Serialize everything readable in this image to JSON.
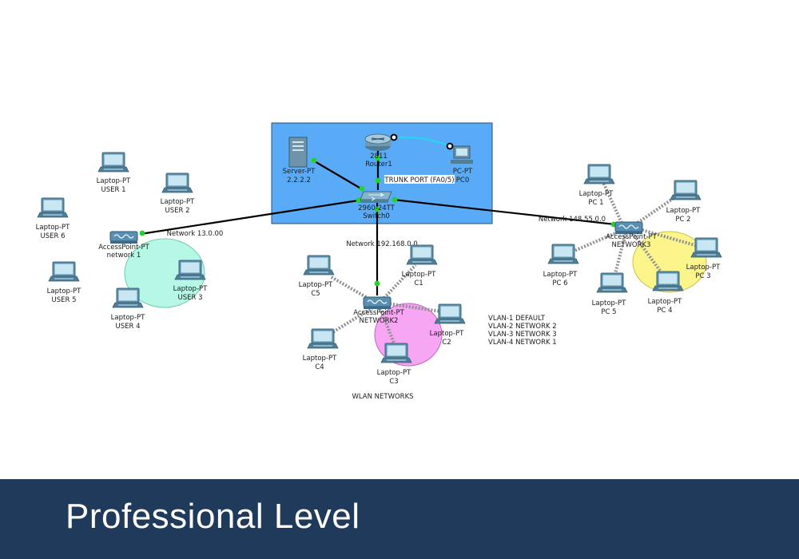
{
  "diagram": {
    "labels": {
      "trunk_port": "TRUNK PORT (FA0/5)",
      "network_13": "Network 13.0.00",
      "network_192": "Network 192.168.0.0",
      "network_148": "Network 148.55.0.0",
      "wlan": "WLAN NETWORKS"
    },
    "vlan_legend": [
      "VLAN-1 DEFAULT",
      "VLAN-2 NETWORK 2",
      "VLAN-3 NETWORK 3",
      "VLAN-4 NETWORK 1"
    ],
    "devices": {
      "server": {
        "type": "Server-PT",
        "name": "2.2.2.2"
      },
      "router": {
        "type": "2811",
        "name": "Router1"
      },
      "pc0": {
        "type": "PC-PT",
        "name": "PC0"
      },
      "switch": {
        "type": "2960-24TT",
        "name": "Switch0"
      },
      "ap1": {
        "type": "AccessPoint-PT",
        "name": "network 1"
      },
      "ap2": {
        "type": "AccessPoint-PT",
        "name": "NETWORK2"
      },
      "ap3": {
        "type": "AccessPoint-PT",
        "name": "NETWORK3"
      }
    },
    "laptops": {
      "user1": {
        "type": "Laptop-PT",
        "name": "USER 1"
      },
      "user2": {
        "type": "Laptop-PT",
        "name": "USER 2"
      },
      "user6": {
        "type": "Laptop-PT",
        "name": "USER 6"
      },
      "user3": {
        "type": "Laptop-PT",
        "name": "USER 3"
      },
      "user5": {
        "type": "Laptop-PT",
        "name": "USER 5"
      },
      "user4": {
        "type": "Laptop-PT",
        "name": "USER 4"
      },
      "c5": {
        "type": "Laptop-PT",
        "name": "C5"
      },
      "c1": {
        "type": "Laptop-PT",
        "name": "C1"
      },
      "c2": {
        "type": "Laptop-PT",
        "name": "C2"
      },
      "c4": {
        "type": "Laptop-PT",
        "name": "C4"
      },
      "c3": {
        "type": "Laptop-PT",
        "name": "C3"
      },
      "pc1": {
        "type": "Laptop-PT",
        "name": "PC 1"
      },
      "pc2": {
        "type": "Laptop-PT",
        "name": "PC 2"
      },
      "pc6": {
        "type": "Laptop-PT",
        "name": "PC 6"
      },
      "pc3": {
        "type": "Laptop-PT",
        "name": "PC 3"
      },
      "pc5": {
        "type": "Laptop-PT",
        "name": "PC 5"
      },
      "pc4": {
        "type": "Laptop-PT",
        "name": "PC 4"
      }
    },
    "colors": {
      "core_area": "#5aabf7",
      "zone_network1": "#b6f7e6",
      "zone_network2": "#f7a6f3",
      "zone_network3": "#fbf58c",
      "link_up": "#22d32a",
      "console_cable": "#22d7f0"
    }
  },
  "banner": {
    "title": "Professional Level"
  }
}
